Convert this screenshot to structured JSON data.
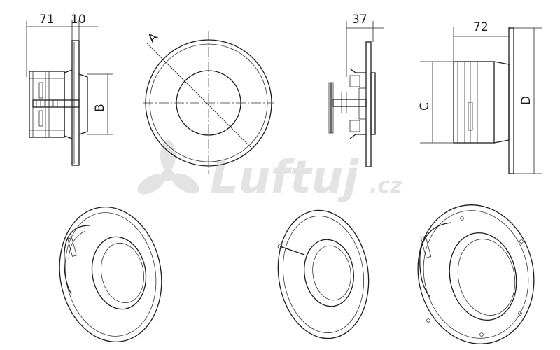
{
  "dimensions": {
    "side_view_depth": "71",
    "flange_thickness": "10",
    "front_view_diameter": "A",
    "side_view_height": "B",
    "valve_side_depth": "37",
    "collar_depth": "72",
    "collar_diameter": "C",
    "flange_diameter": "D"
  },
  "watermark": {
    "brand": "Luftuj",
    "domain": ".cz"
  }
}
